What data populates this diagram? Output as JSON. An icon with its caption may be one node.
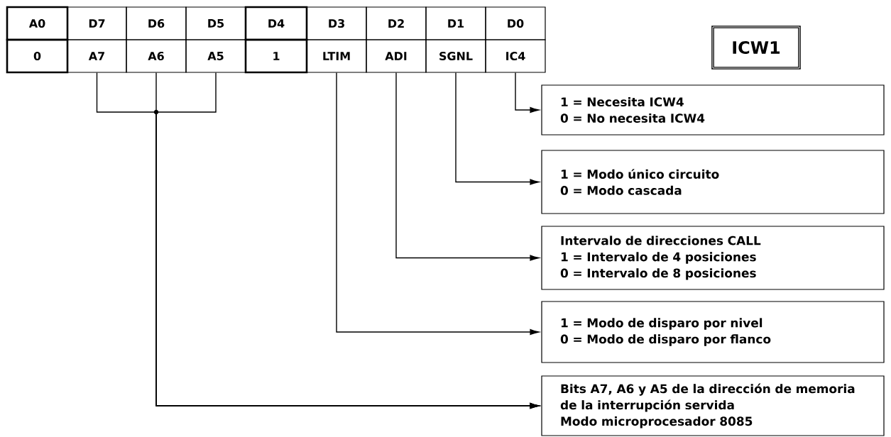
{
  "diagram": {
    "nodes": [
      {
        "text": [
          "A0"
        ]
      },
      {
        "text": [
          "D7"
        ]
      },
      {
        "text": [
          "D6"
        ]
      },
      {
        "text": [
          "D5"
        ]
      },
      {
        "text": [
          "D4"
        ]
      },
      {
        "text": [
          "D3"
        ]
      },
      {
        "text": [
          "D2"
        ]
      },
      {
        "text": [
          "D1"
        ]
      },
      {
        "text": [
          "D0"
        ]
      },
      {
        "text": [
          "0"
        ]
      },
      {
        "text": [
          "A7"
        ]
      },
      {
        "text": [
          "A6"
        ]
      },
      {
        "text": [
          "A5"
        ]
      },
      {
        "text": [
          "1"
        ]
      },
      {
        "text": [
          "LTIM"
        ]
      },
      {
        "text": [
          "ADI"
        ]
      },
      {
        "text": [
          "SGNL"
        ]
      },
      {
        "text": [
          "IC4"
        ]
      },
      {
        "text": [
          "ICW1"
        ]
      },
      {
        "text": [
          "1 = Necesita ICW4",
          "0 = No necesita ICW4"
        ]
      },
      {
        "text": [
          "1 = Modo único circuito",
          "0 = Modo cascada"
        ]
      },
      {
        "text": [
          "Intervalo de direcciones CALL",
          "1 = Intervalo de 4 posiciones",
          "0 = Intervalo de 8 posiciones"
        ]
      },
      {
        "text": [
          "1 = Modo de disparo por nivel",
          "0 = Modo de disparo por flanco"
        ]
      },
      {
        "text": [
          "Bits A7, A6 y A5 de la dirección de memoria de la interrupción servida",
          "Modo microprocesador 8085"
        ]
      }
    ],
    "edges": [
      {
        "from": 17,
        "to": 19,
        "arrow": "to"
      },
      {
        "from": 16,
        "to": 20,
        "arrow": "to"
      },
      {
        "from": 15,
        "to": 21,
        "arrow": "to"
      },
      {
        "from": 14,
        "to": 22,
        "arrow": "to"
      },
      {
        "from": 10,
        "to": 23,
        "arrow": "to"
      },
      {
        "from": 11,
        "to": 23,
        "arrow": "to"
      },
      {
        "from": 12,
        "to": 23,
        "arrow": "to"
      }
    ]
  }
}
